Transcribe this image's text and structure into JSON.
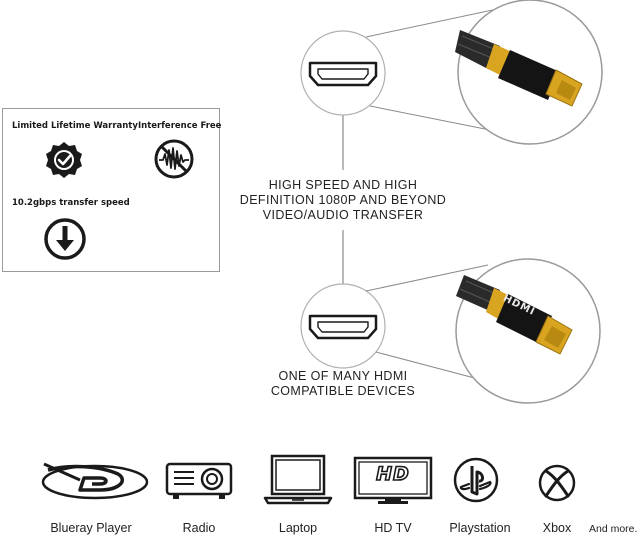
{
  "features": {
    "warranty": "Limited Lifetime Warranty",
    "interference": "Interference Free",
    "transfer": "10.2gbps transfer speed"
  },
  "captions": {
    "top": [
      "HIGH SPEED AND HIGH",
      "DEFINITION 1080P AND BEYOND",
      "VIDEO/AUDIO TRANSFER"
    ],
    "bottom": [
      "ONE OF MANY HDMI",
      "COMPATIBLE DEVICES"
    ]
  },
  "connector_brand": "HDMI",
  "devices": [
    {
      "label": "Blueray Player",
      "icon": "bluray-icon"
    },
    {
      "label": "Radio",
      "icon": "projector-icon"
    },
    {
      "label": "Laptop",
      "icon": "laptop-icon"
    },
    {
      "label": "HD TV",
      "icon": "hdtv-icon",
      "badge": "HD"
    },
    {
      "label": "Playstation",
      "icon": "playstation-icon"
    },
    {
      "label": "Xbox",
      "icon": "xbox-icon"
    }
  ],
  "more_label": "And more.",
  "colors": {
    "gold": "#d9a520",
    "black": "#141414",
    "line": "#8a8a8a"
  }
}
